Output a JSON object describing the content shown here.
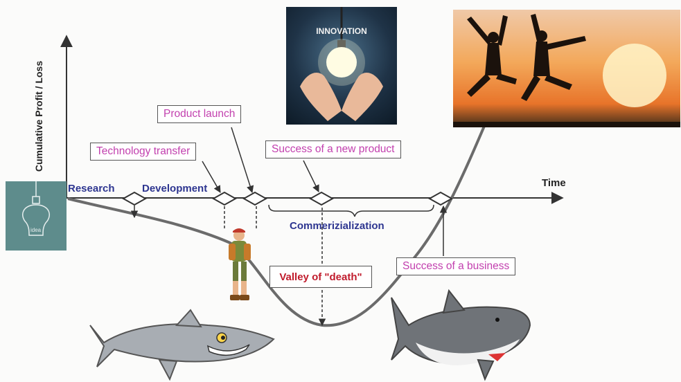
{
  "axis": {
    "y_label": "Cumulative Profit / Loss",
    "x_label": "Time"
  },
  "phases": {
    "research": "Research",
    "development": "Development",
    "commercialization": "Commerizialization"
  },
  "milestones": {
    "technology_transfer": "Technology transfer",
    "product_launch": "Product launch",
    "new_product_success": "Success of a new product",
    "business_success": "Success of a business"
  },
  "valley": "Valley of \"death\"",
  "images": {
    "idea_tile_text": "idea",
    "innovation_caption": "INNOVATION"
  },
  "colors": {
    "milestone_text": "#c23fae",
    "phase_text": "#2d3590",
    "valley_text": "#c01b2c",
    "curve": "#666666",
    "idea_tile": "#5e8c8c"
  }
}
